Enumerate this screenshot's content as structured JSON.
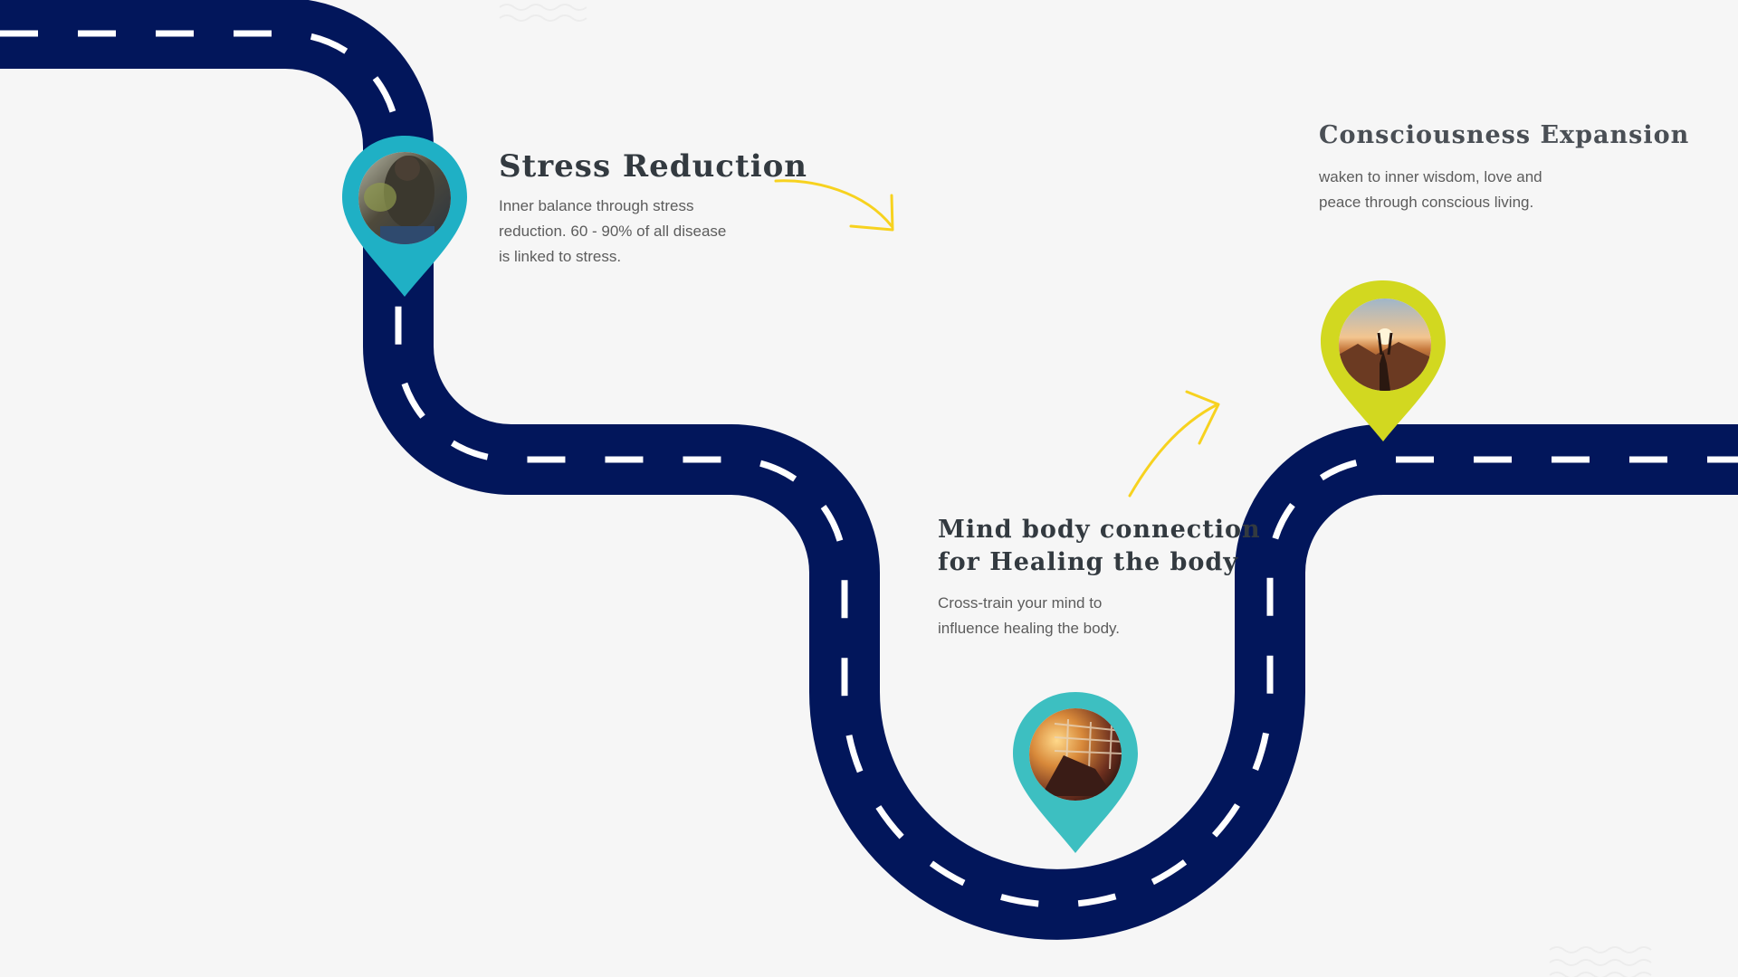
{
  "colors": {
    "background": "#f6f6f6",
    "road": "#02165b",
    "road_marking": "#ffffff",
    "pin_teal": "#1fb0c5",
    "pin_cyan": "#3dbfc1",
    "pin_lime": "#d2d820",
    "arrow": "#f7d21f",
    "heading_text": "#333a40",
    "body_text": "#5c5c5c"
  },
  "milestones": [
    {
      "title": "Stress Reduction",
      "description_lines": [
        "Inner balance through stress",
        "reduction. 60 - 90% of all disease",
        "is linked to stress."
      ],
      "pin_color": "#1fb0c5",
      "photo": "person sitting head down, stressed"
    },
    {
      "title_lines": [
        "Mind body connection",
        "for Healing the body"
      ],
      "description_lines": [
        "Cross-train your mind to",
        "influence healing the body."
      ],
      "pin_color": "#3dbfc1",
      "photo": "person stretching at sunset by railing"
    },
    {
      "title": "Consciousness Expansion",
      "description_lines": [
        "waken to inner wisdom, love and",
        "peace through conscious living."
      ],
      "pin_color": "#d2d820",
      "photo": "person with raised hands at sunrise in mountains"
    }
  ],
  "icons": [
    "map-pin-icon",
    "curved-arrow-icon",
    "road-icon"
  ]
}
